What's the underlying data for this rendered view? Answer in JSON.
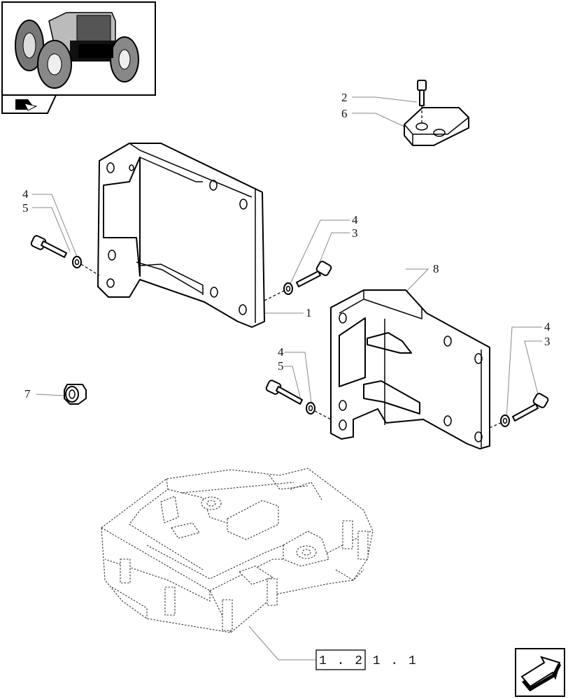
{
  "thumbnail": {
    "icon": "tractor-front-view-icon",
    "badge_icon": "section-arrow-icon"
  },
  "callouts": {
    "c2": "2",
    "c6": "6",
    "c4a": "4",
    "c5a": "5",
    "c4b": "4",
    "c3b": "3",
    "c1": "1",
    "c8": "8",
    "c4c": "4",
    "c5c": "5",
    "c4d": "4",
    "c3d": "3",
    "c7": "7"
  },
  "reference": {
    "label": "1 . 2 1 . 1"
  },
  "nav": {
    "icon": "next-page-arrow-icon"
  }
}
